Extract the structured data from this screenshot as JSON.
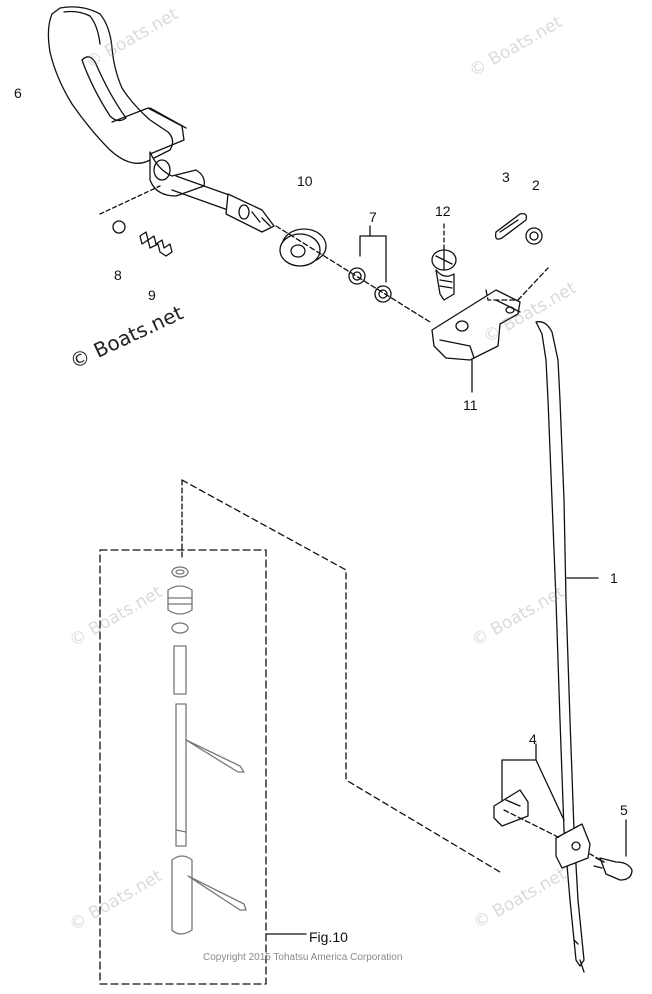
{
  "diagram": {
    "callouts": [
      {
        "id": "c6",
        "text": "6"
      },
      {
        "id": "c10",
        "text": "10"
      },
      {
        "id": "c7",
        "text": "7"
      },
      {
        "id": "c12",
        "text": "12"
      },
      {
        "id": "c3",
        "text": "3"
      },
      {
        "id": "c2",
        "text": "2"
      },
      {
        "id": "c8",
        "text": "8"
      },
      {
        "id": "c9",
        "text": "9"
      },
      {
        "id": "c11",
        "text": "11"
      },
      {
        "id": "c1",
        "text": "1"
      },
      {
        "id": "c4",
        "text": "4"
      },
      {
        "id": "c5",
        "text": "5"
      }
    ],
    "figure_reference": "Fig.10",
    "watermark": "© Boats.net",
    "copyright": "Copyright 2015 Tohatsu America Corporation"
  }
}
